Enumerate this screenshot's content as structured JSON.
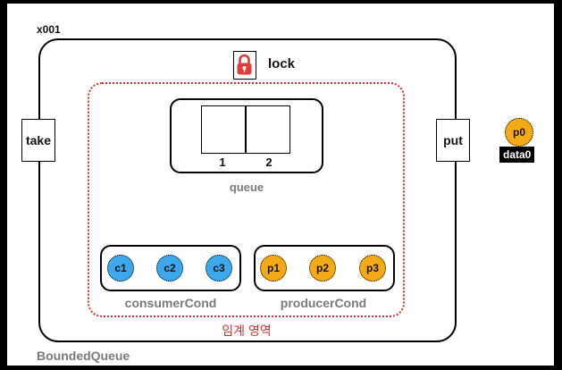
{
  "figure": {
    "instance_label": "x001",
    "class_label": "BoundedQueue",
    "lock": {
      "label": "lock",
      "icon": "lock-icon",
      "color": "#e03a3a"
    },
    "methods": {
      "take": "take",
      "put": "put"
    },
    "critical_section": {
      "label": "임계 영역",
      "border_color": "#d62f2f"
    },
    "queue": {
      "label": "queue",
      "slots": [
        "1",
        "2"
      ]
    },
    "consumer_cond": {
      "label": "consumerCond",
      "threads": [
        "c1",
        "c2",
        "c3"
      ],
      "color": "#3ea8ec"
    },
    "producer_cond": {
      "label": "producerCond",
      "threads": [
        "p1",
        "p2",
        "p3"
      ],
      "color": "#f4a917"
    },
    "waiting_thread": {
      "label": "p0",
      "data": "data0",
      "color": "#f4a917"
    }
  }
}
